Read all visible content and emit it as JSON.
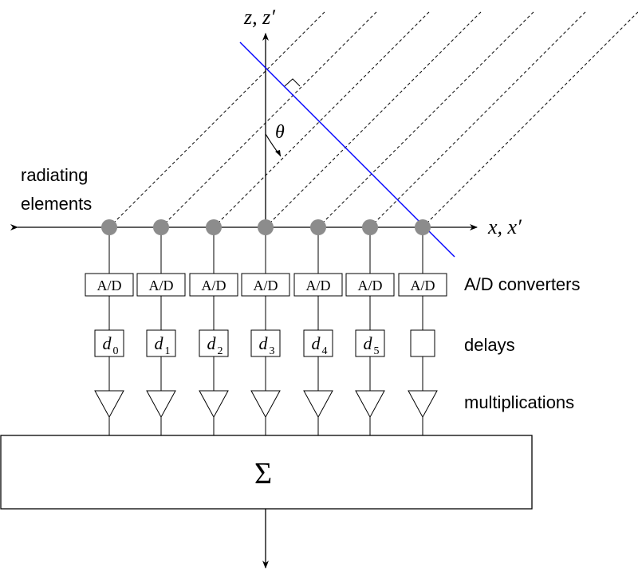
{
  "axes": {
    "vertical_label": "z, z′",
    "horizontal_label": "x, x′",
    "angle_label": "θ"
  },
  "labels": {
    "radiating_line1": "radiating",
    "radiating_line2": "elements",
    "ad_converters": "A/D converters",
    "delays": "delays",
    "multiplications": "multiplications"
  },
  "converter_label": "A/D",
  "delay_labels": [
    {
      "base": "d",
      "sub": "0"
    },
    {
      "base": "d",
      "sub": "1"
    },
    {
      "base": "d",
      "sub": "2"
    },
    {
      "base": "d",
      "sub": "3"
    },
    {
      "base": "d",
      "sub": "4"
    },
    {
      "base": "d",
      "sub": "5"
    },
    {
      "base": "",
      "sub": ""
    }
  ],
  "sum_symbol": "Σ",
  "colors": {
    "element_fill": "#8c8c8c",
    "wavefront": "#0000ff",
    "line": "#000000"
  }
}
